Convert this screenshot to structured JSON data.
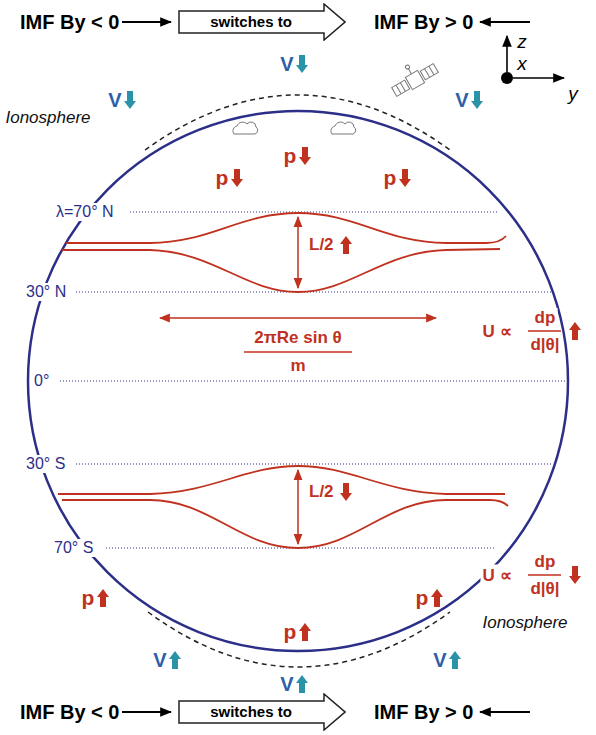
{
  "diagram": {
    "nodes": [
      {
        "text": [
          "switches to"
        ]
      },
      {
        "text": [
          "switches to"
        ]
      }
    ],
    "labels": [
      "IMF By < 0",
      "IMF By > 0",
      "z",
      "x",
      "y",
      "V",
      "V",
      "V",
      "Ionosphere",
      "p",
      "p",
      "p",
      "λ=70° N",
      "30° N",
      "L/2",
      "U ∝",
      "dp",
      "d|θ|",
      "2πRe sin θ",
      "m",
      "0°",
      "30° S",
      "L/2",
      "U ∝",
      "dp",
      "d|θ|",
      "70° S",
      "p",
      "p",
      "p",
      "Ionosphere",
      "V",
      "V",
      "V",
      "IMF By < 0",
      "IMF By > 0"
    ]
  }
}
